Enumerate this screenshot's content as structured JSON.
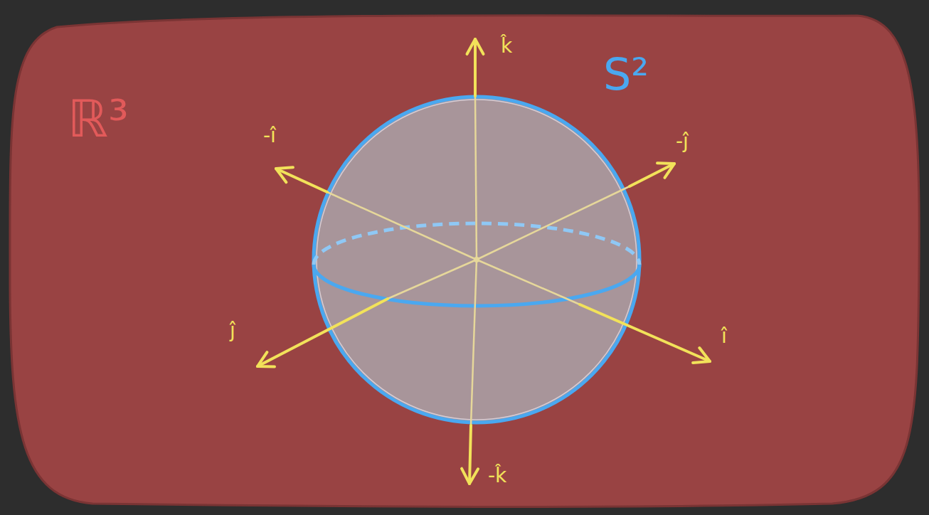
{
  "diagram": {
    "nodes": [
      {
        "text": [
          "ℝ³"
        ]
      },
      {
        "text": [
          "S²"
        ],
        "in": 0
      }
    ],
    "labels": [
      "k̂",
      "-î",
      "-ĵ",
      "ĵ",
      "î",
      "-k̂"
    ]
  }
}
